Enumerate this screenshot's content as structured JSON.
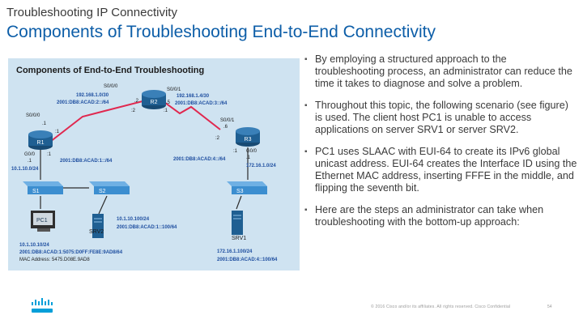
{
  "slide": {
    "section": "Troubleshooting IP Connectivity",
    "title": "Components of Troubleshooting End-to-End Connectivity"
  },
  "diagram": {
    "heading": "Components of End-to-End Troubleshooting",
    "r2": {
      "name": "R2",
      "s000": "S0/0/0",
      "s001": "S0/0/1",
      "g2": ".2",
      "g5": ".5",
      "p2a": ":2",
      "p2b": ":1"
    },
    "link_r1_r2": {
      "ip": "192.168.1.0/30",
      "ipv6": "2001:DB8:ACAD:2::/64"
    },
    "link_r2_r3": {
      "ip": "192.168.1.4/30",
      "ipv6": "2001:DB8:ACAD:3::/64"
    },
    "r1": {
      "name": "R1",
      "s000": "S0/0/0",
      "h1": ".1",
      "h6": ":1",
      "g00": "G0/0",
      "g1": ".1",
      "g6": ":1"
    },
    "r3": {
      "name": "R3",
      "s001": "S0/0/1",
      "h6": ".6",
      "h2": ":2",
      "g00": "G0/0",
      "g1": ":1",
      "g1b": ".1"
    },
    "lan_left": {
      "ipv6": "2001:DB8:ACAD:1::/64",
      "ip": "10.1.10.0/24"
    },
    "lan_right": {
      "ipv6": "2001:DB8:ACAD:4::/64",
      "ip": "172.16.1.0/24"
    },
    "switches": [
      "S1",
      "S2",
      "S3"
    ],
    "pc1": {
      "name": "PC1",
      "ip": "10.1.10.10/24",
      "ipv6": "2001:DB8:ACAD:1:5075:D0FF:FE8E:9AD8/64",
      "mac": "MAC Address: 5475.D08E.9AD8"
    },
    "srv2": {
      "name": "SRV2",
      "ip": "10.1.10.100/24",
      "ipv6": "2001:DB8:ACAD:1::100/64"
    },
    "srv1": {
      "name": "SRV1",
      "ip": "172.16.1.100/24",
      "ipv6": "2001:DB8:ACAD:4::100/64"
    }
  },
  "bullets": [
    "By employing a structured approach to the troubleshooting process, an administrator can reduce the time it takes to diagnose and solve a problem.",
    "Throughout this topic, the following scenario (see figure) is used. The client host PC1 is unable to access applications on server SRV1 or server SRV2.",
    "PC1 uses SLAAC with EUI-64 to create its IPv6 global unicast address. EUI-64 creates the Interface ID using the Ethernet MAC address, inserting FFFE in the middle, and flipping the seventh bit.",
    "Here are the steps an administrator can take when troubleshooting with the bottom-up approach:"
  ],
  "bullet_marker": "▪",
  "footer": {
    "copyright": "© 2016 Cisco and/or its affiliates. All rights reserved. Cisco Confidential",
    "page": "54"
  },
  "colors": {
    "title": "#0d5ea8",
    "diagram_bg": "#cfe3f1",
    "serial_link": "#e0284f",
    "lan_link": "#2c2c2c",
    "router": "#1f5f92",
    "switch": "#3c8ed0"
  }
}
